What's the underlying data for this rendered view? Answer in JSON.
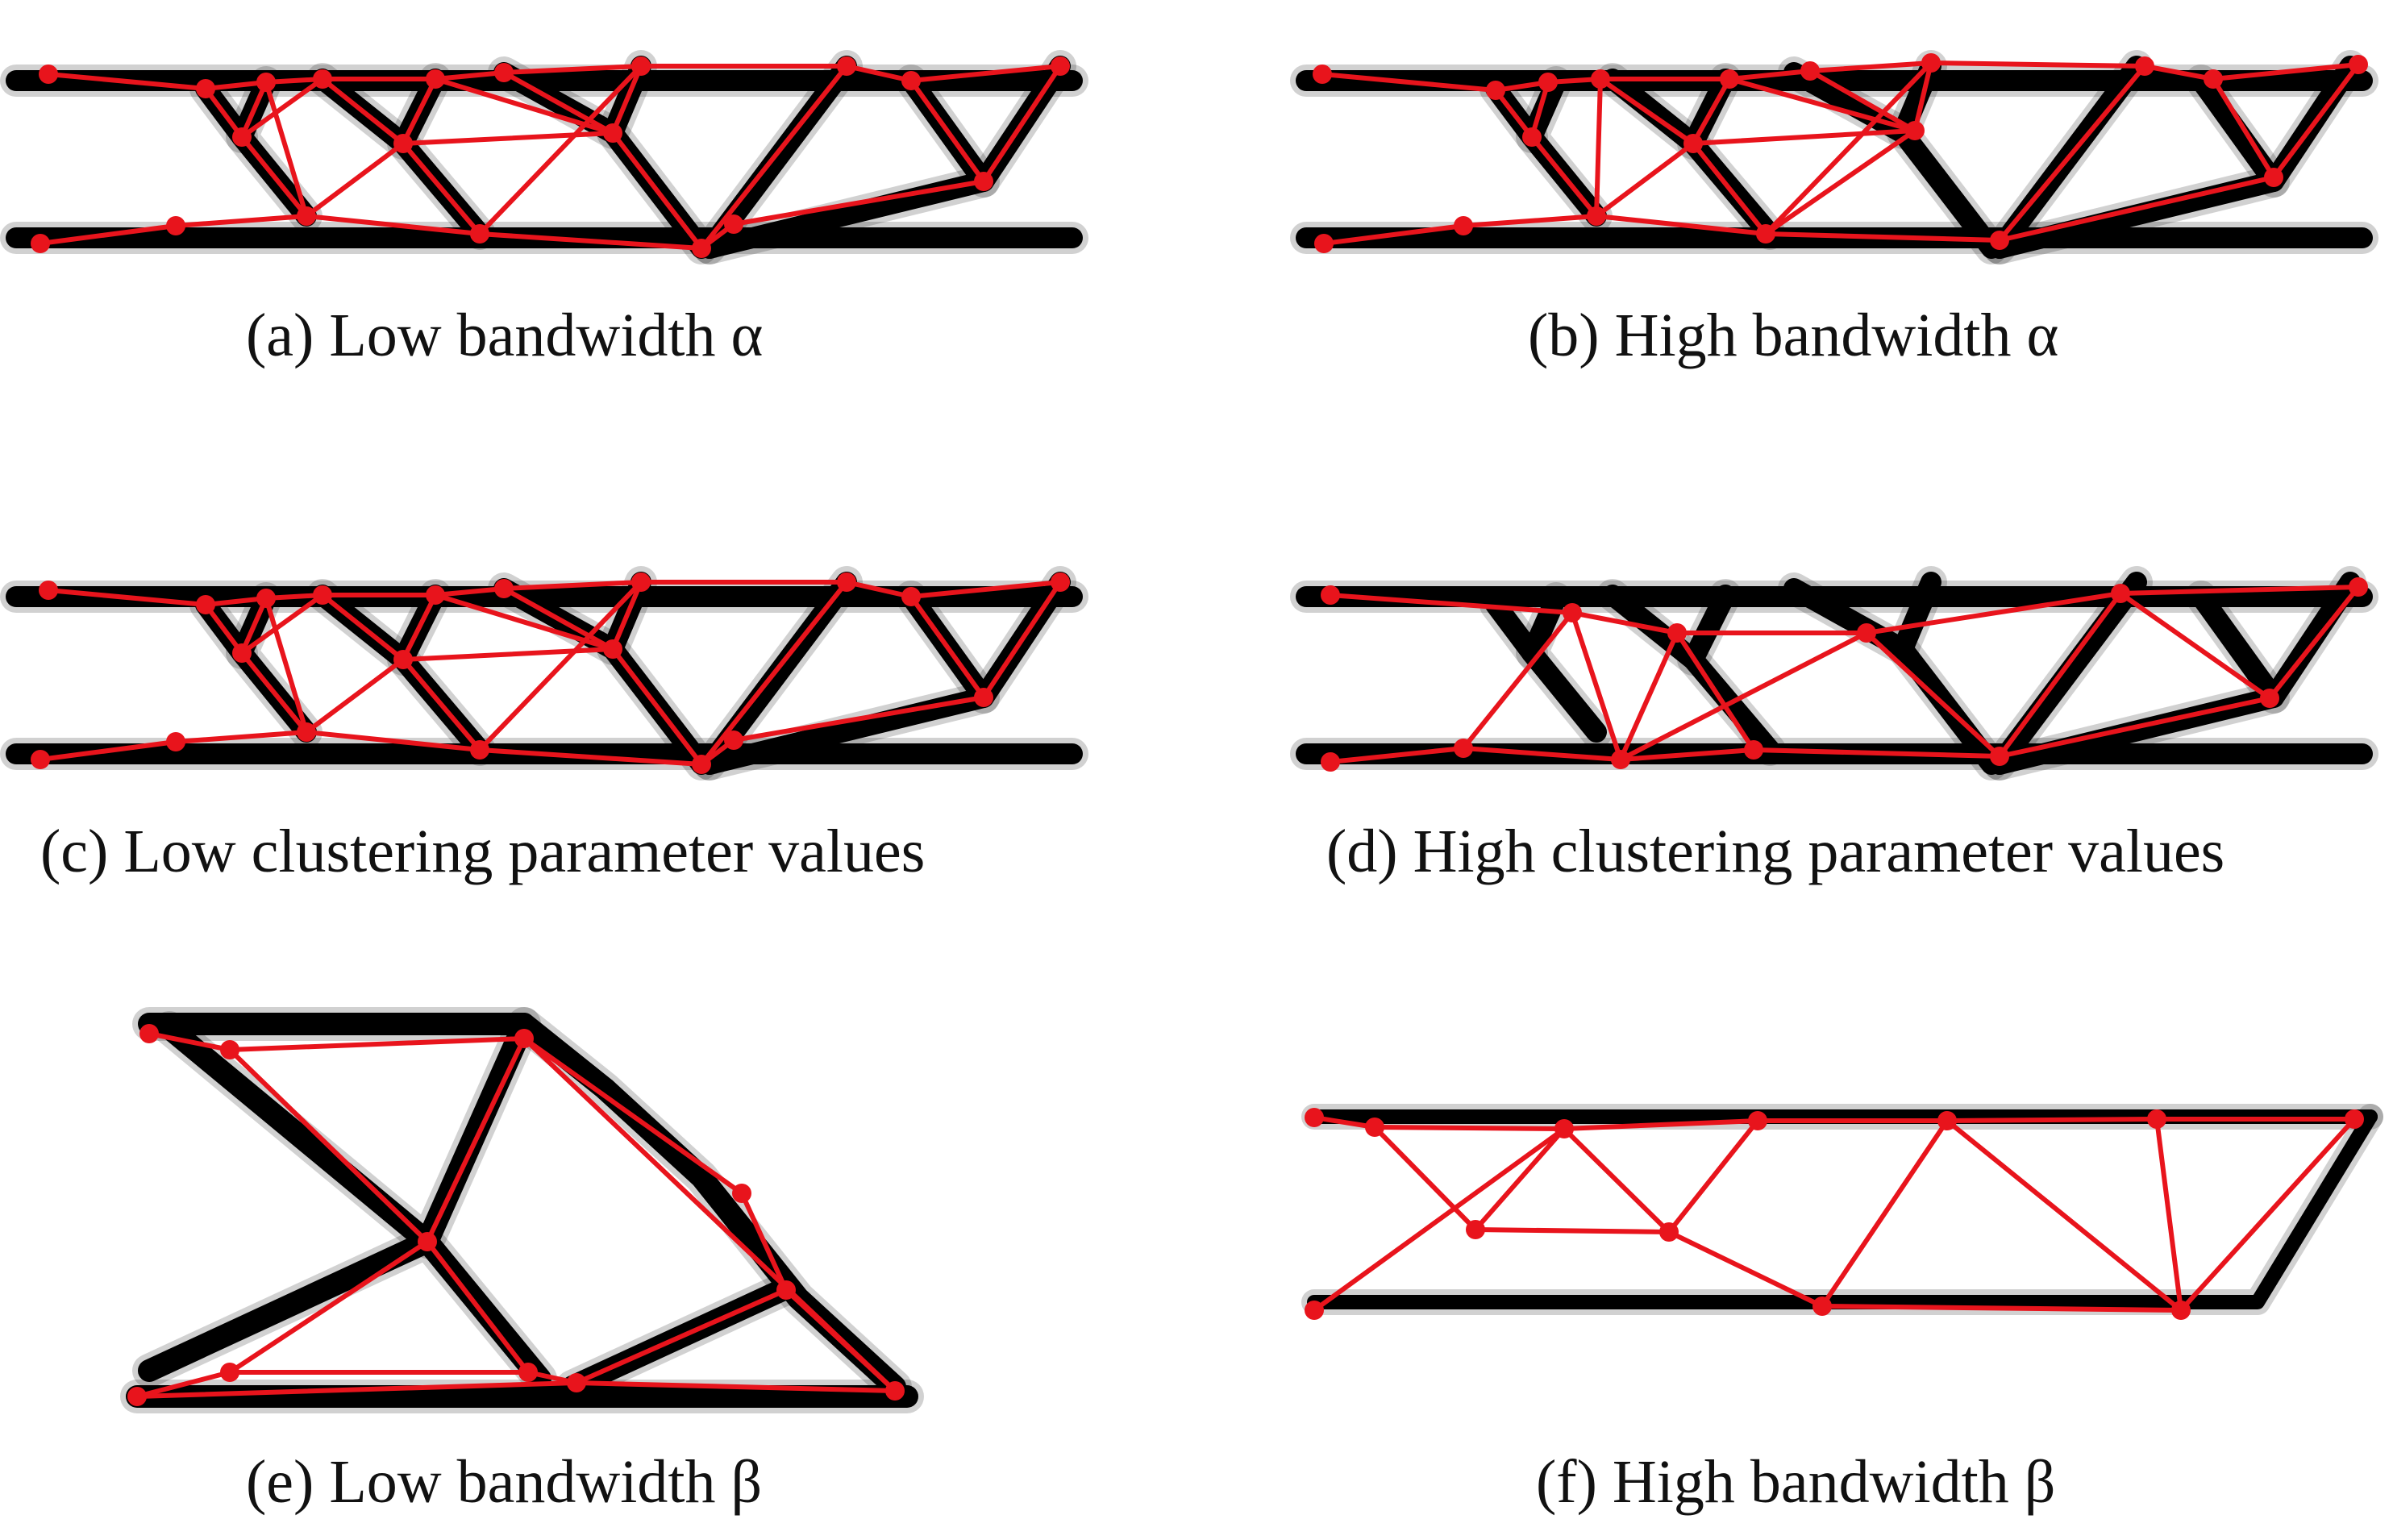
{
  "panels": [
    {
      "id": "a",
      "caption": "(a) Low bandwidth α"
    },
    {
      "id": "b",
      "caption": "(b) High bandwidth α"
    },
    {
      "id": "c",
      "caption": "(c) Low clustering parameter values"
    },
    {
      "id": "d",
      "caption": "(d) High clustering parameter values"
    },
    {
      "id": "e",
      "caption": "(e) Low bandwidth β"
    },
    {
      "id": "f",
      "caption": "(f) High bandwidth β"
    }
  ],
  "colors": {
    "truss": "#e8141c",
    "structure": "#000000",
    "background": "#ffffff"
  }
}
